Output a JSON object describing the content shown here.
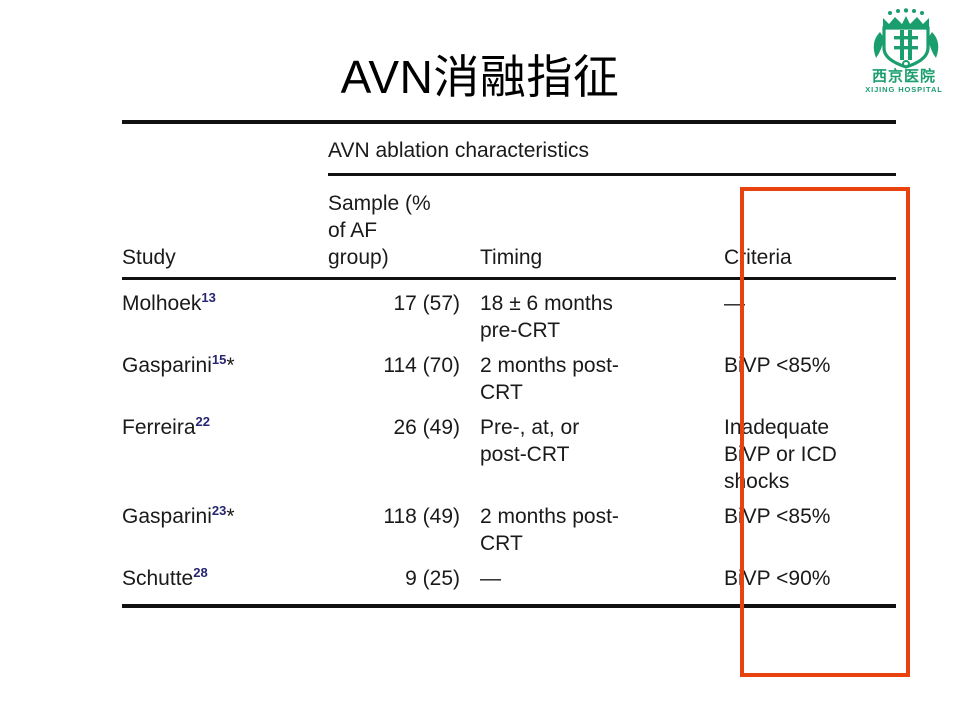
{
  "slide": {
    "title": "AVN消融指征",
    "background": "#ffffff",
    "highlight_color": "#e8430f",
    "superscript_color": "#262672"
  },
  "logo": {
    "icon": "hospital-crest-icon",
    "name_cn": "西京医院",
    "name_en": "XIJING HOSPITAL",
    "color": "#1a9e6e"
  },
  "table": {
    "group_header": "AVN ablation characteristics",
    "columns": [
      {
        "key": "study",
        "label": "Study"
      },
      {
        "key": "sample",
        "label": "Sample (%\nof AF\ngroup)"
      },
      {
        "key": "timing",
        "label": "Timing"
      },
      {
        "key": "criteria",
        "label": "Criteria"
      }
    ],
    "rows": [
      {
        "study": "Molhoek",
        "ref": "13",
        "star": "",
        "sample": "17 (57)",
        "timing": "18 ± 6 months\npre-CRT",
        "criteria": "—"
      },
      {
        "study": "Gasparini",
        "ref": "15",
        "star": "*",
        "sample": "114 (70)",
        "timing": "2 months post-\nCRT",
        "criteria": "BiVP <85%"
      },
      {
        "study": "Ferreira",
        "ref": "22",
        "star": "",
        "sample": "26 (49)",
        "timing": "Pre-, at, or\npost-CRT",
        "criteria": "Inadequate\nBiVP or ICD\nshocks"
      },
      {
        "study": "Gasparini",
        "ref": "23",
        "star": "*",
        "sample": "118 (49)",
        "timing": "2 months post-\nCRT",
        "criteria": "BiVP <85%"
      },
      {
        "study": "Schutte",
        "ref": "28",
        "star": "",
        "sample": "9 (25)",
        "timing": "—",
        "criteria": "BiVP <90%"
      }
    ]
  }
}
